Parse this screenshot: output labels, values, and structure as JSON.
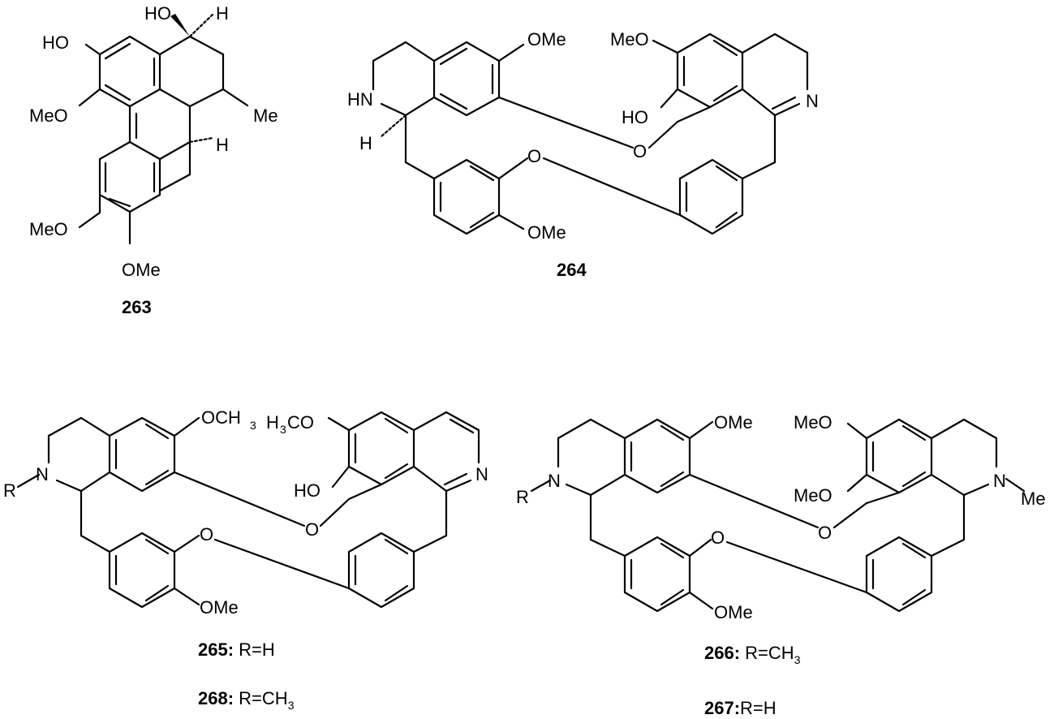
{
  "figure": {
    "title": "",
    "compounds": [
      {
        "id": "263",
        "substituents": [
          "HO",
          "HO",
          "H",
          "MeO",
          "Me",
          "H",
          "MeO",
          "OMe"
        ]
      },
      {
        "id": "264",
        "substituents": [
          "OMe",
          "MeO",
          "HN",
          "N",
          "HO",
          "H",
          "O",
          "O",
          "OMe"
        ]
      },
      {
        "id": "265",
        "caption": "R=H",
        "substituents": [
          "OCH",
          "3",
          "H",
          "3",
          "CO",
          "R",
          "N",
          "HO",
          "N",
          "O",
          "O",
          "OMe"
        ]
      },
      {
        "id": "268",
        "caption_prefix": "R=CH",
        "caption_sub": "3"
      },
      {
        "id": "266",
        "caption_prefix": "R=CH",
        "caption_sub": "3",
        "substituents": [
          "OMe",
          "MeO",
          "MeO",
          "R",
          "N",
          "N",
          "Me",
          "O",
          "O",
          "OMe"
        ]
      },
      {
        "id": "267",
        "caption": "R=H"
      }
    ]
  }
}
